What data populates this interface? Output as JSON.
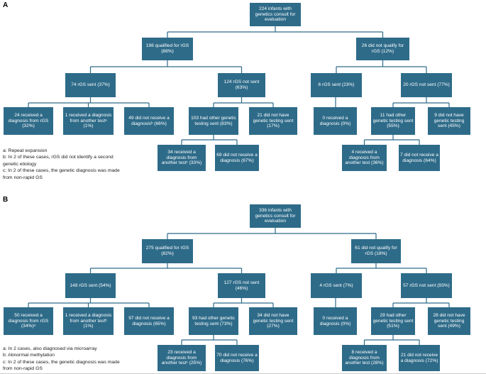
{
  "colors": {
    "box_fill": "#2e6b89",
    "box_text": "#ffffff",
    "connector_line": "#2e6b89",
    "background": "#ffffff",
    "footnote_text": "#1a1a1a"
  },
  "panel_a": {
    "label": "A",
    "nodes": {
      "root": "224 infants with genetics consult for evaluation",
      "qualified": "198 qualified for rGS (88%)",
      "not_qualified": "26 did not qualify for rGS (12%)",
      "sent": "74 rGS sent (37%)",
      "not_sent": "124 rGS not sent (63%)",
      "nq_sent": "6 rGS sent (23%)",
      "nq_not_sent": "20 rGS not sent (77%)",
      "dx_rgs": "24 received a diagnosis from rGS (32%)",
      "dx_other": "1 received a diagnosis from another testᵃ (1%)",
      "no_dx": "49 did not receive a diagnosisᵇ (66%)",
      "other_testing": "103 had other genetic testing sent (83%)",
      "no_testing": "21 did not have genetic testing sent (17%)",
      "nq_dx": "0 received a diagnosis (0%)",
      "nq_other_testing": "11 had other genetic testing sent (55%)",
      "nq_no_testing": "9 did not have genetic testing sent (45%)",
      "ot_dx": "34 received a diagnosis from another testᶜ (33%)",
      "ot_no_dx": "69 did not receive a diagnosis (67%)",
      "nq_ot_dx": "4 received a diagnosis from another test (36%)",
      "nq_ot_no_dx": "7 did not receive a diagnosis (64%)"
    },
    "footnotes": [
      "a: Repeat expansion",
      "b: In 2 of these cases, rGS did not identify a second genetic etiology",
      "c: In 2 of these cases, the genetic diagnosis was made from non-rapid GS"
    ]
  },
  "panel_b": {
    "label": "B",
    "nodes": {
      "root": "336 infants with genetics consult for evaluation",
      "qualified": "275 qualified for rGS (82%)",
      "not_qualified": "61 did not qualify for rGS (18%)",
      "sent": "148 rGS sent (54%)",
      "not_sent": "127 rGS not sent (46%)",
      "nq_sent": "4 rGS sent (7%)",
      "nq_not_sent": "57 rGS not sent (93%)",
      "dx_rgs": "50 received a diagnosis from rGS (34%)ᵃ",
      "dx_other": "1 received a diagnosis from another testᵇ (1%)",
      "no_dx": "97 did not receive a diagnosis (65%)",
      "other_testing": "93 had other genetic testing sent (73%)",
      "no_testing": "34 did not have genetic testing sent (27%)",
      "nq_dx": "0 received a diagnosis (0%)",
      "nq_other_testing": "29 had other genetic testing sent (51%)",
      "nq_no_testing": "28 did not have genetic testing sent (49%)",
      "ot_dx": "23 received a diagnosis from another testᶜ (25%)",
      "ot_no_dx": "70 did not receive a diagnosis (76%)",
      "nq_ot_dx": "8 received a diagnosis from another test (28%)",
      "nq_ot_no_dx": "21 did not receive a diagnosis (72%)"
    },
    "footnotes": [
      "a: In 2 cases, also diagnosed via microarray",
      "b: Abnormal methylation",
      "c: In 2 of these cases, the genetic diagnosis was made from non-rapid GS"
    ]
  }
}
